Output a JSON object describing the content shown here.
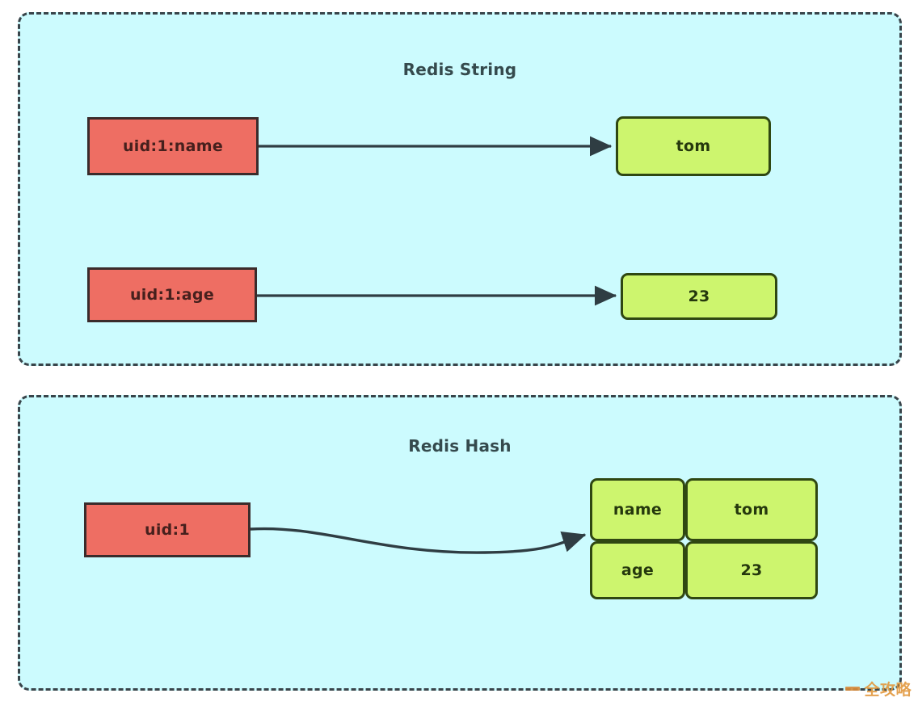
{
  "page": {
    "background": "#ffffff",
    "watermark": {
      "text": "全攻略",
      "color": "#e2993f"
    }
  },
  "groups": [
    {
      "id": "string",
      "title": "Redis String",
      "fill": "#ccfbfe",
      "border_color": "#38444a",
      "border_style": "dashed",
      "rows": [
        {
          "key": "uid:1:name",
          "value": "tom",
          "arrow": "straight"
        },
        {
          "key": "uid:1:age",
          "value": "23",
          "arrow": "straight"
        }
      ]
    },
    {
      "id": "hash",
      "title": "Redis Hash",
      "fill": "#ccfbfe",
      "border_color": "#38444a",
      "border_style": "dashed",
      "key": "uid:1",
      "arrow": "curved",
      "fields": [
        {
          "field": "name",
          "value": "tom"
        },
        {
          "field": "age",
          "value": "23"
        }
      ]
    }
  ],
  "colors": {
    "key_fill": "#ee6e63",
    "key_border": "#3a2b2b",
    "key_text": "#46201d",
    "value_fill": "#cdf56e",
    "value_border": "#2f4712",
    "value_text": "#25380d",
    "title_text": "#354a4d",
    "arrow": "#2f3d43"
  }
}
